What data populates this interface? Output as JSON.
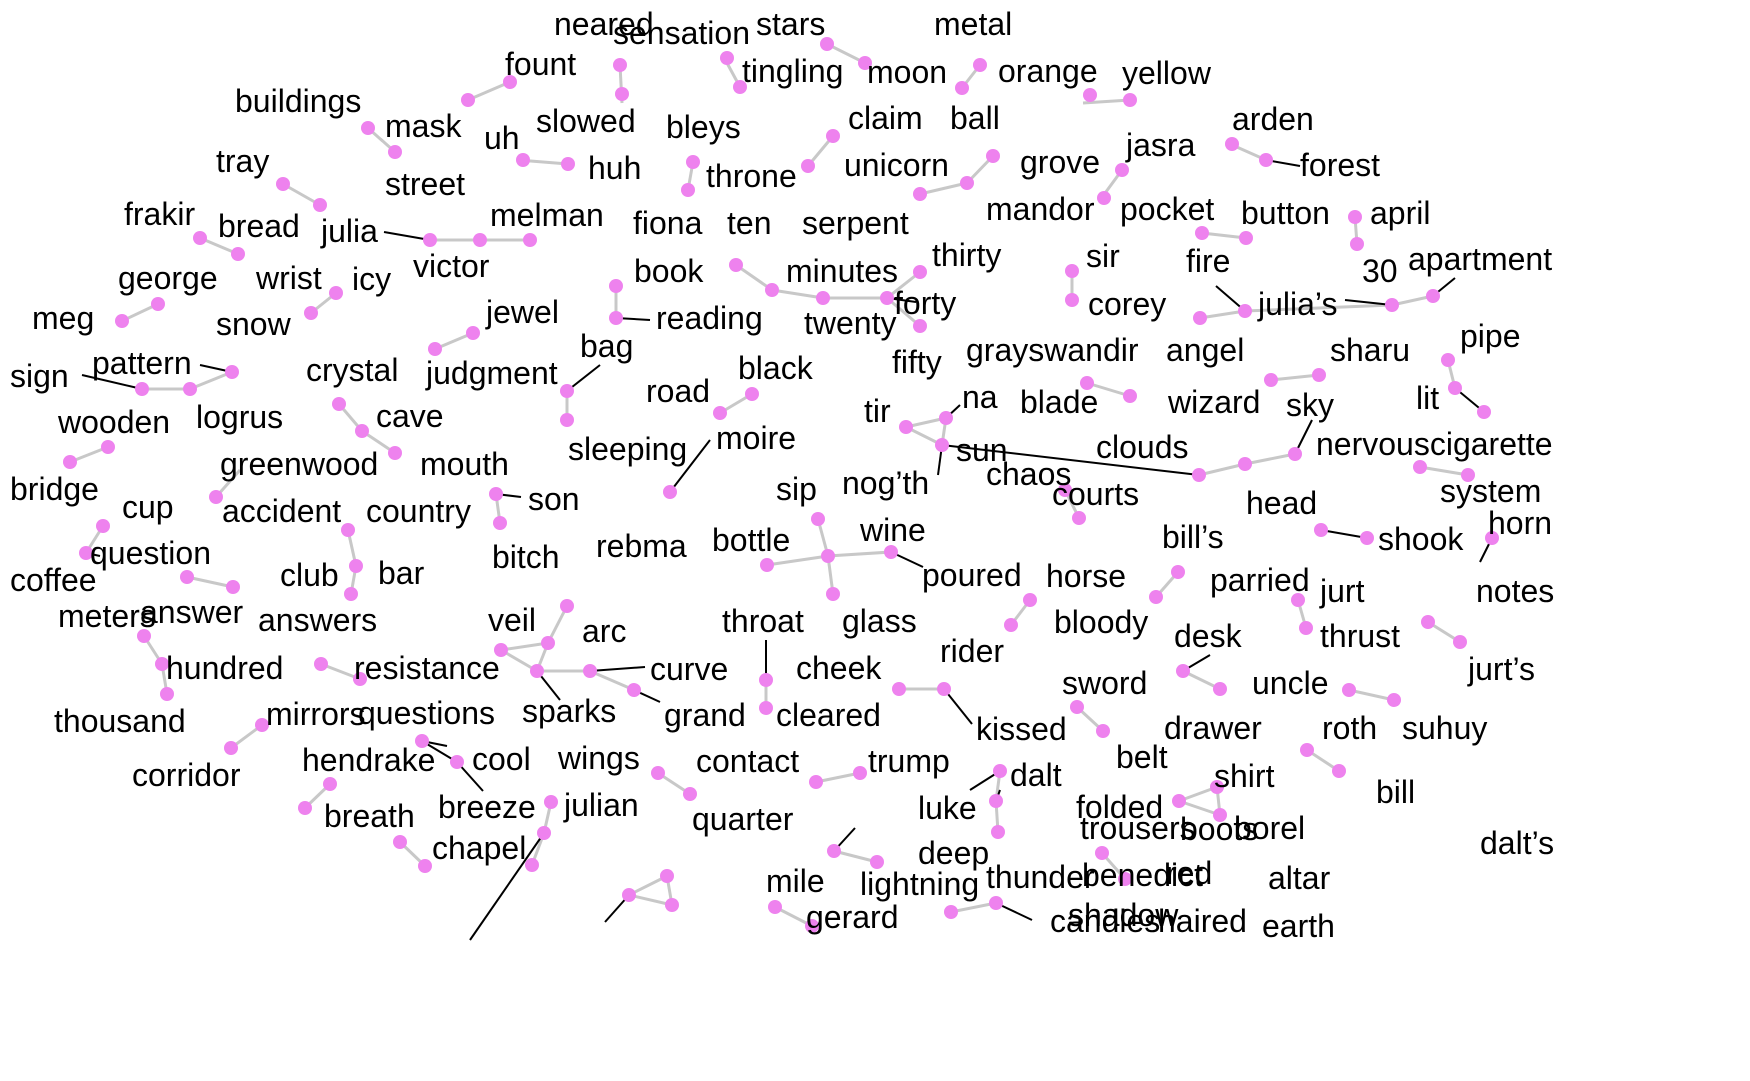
{
  "colors": {
    "node": "#ee82ee",
    "edge_light": "#c8c8c8",
    "edge_dark": "#000000",
    "text": "#000000",
    "background": "#ffffff"
  },
  "words": [
    "neared",
    "sensation",
    "stars",
    "metal",
    "fount",
    "tingling",
    "moon",
    "orange",
    "yellow",
    "buildings",
    "mask",
    "slowed",
    "uh",
    "huh",
    "bleys",
    "claim",
    "ball",
    "tray",
    "street",
    "throne",
    "unicorn",
    "grove",
    "jasra",
    "arden",
    "forest",
    "frakir",
    "bread",
    "julia",
    "melman",
    "victor",
    "fiona",
    "ten",
    "serpent",
    "mandor",
    "pocket",
    "button",
    "april",
    "george",
    "wrist",
    "icy",
    "book",
    "minutes",
    "thirty",
    "sir",
    "fire",
    "30",
    "apartment",
    "meg",
    "snow",
    "jewel",
    "reading",
    "twenty",
    "forty",
    "corey",
    "julia’s",
    "judgment",
    "fifty",
    "grayswandir",
    "angel",
    "sharu",
    "pipe",
    "sign",
    "pattern",
    "bag",
    "crystal",
    "black",
    "road",
    "na",
    "blade",
    "wizard",
    "sky",
    "lit",
    "logrus",
    "cave",
    "tir",
    "sun",
    "clouds",
    "nervouscigarette",
    "wooden",
    "moire",
    "sleeping",
    "mouth",
    "greenwood",
    "nog’th",
    "chaos",
    "courts",
    "system",
    "bridge",
    "accident",
    "country",
    "son",
    "sip",
    "wine",
    "head",
    "shook",
    "horn",
    "cup",
    "bitch",
    "rebma",
    "bottle",
    "bill’s",
    "question",
    "club",
    "bar",
    "poured",
    "horse",
    "parried",
    "jurt",
    "notes",
    "coffee",
    "glass",
    "meters",
    "answer",
    "answers",
    "veil",
    "arc",
    "throat",
    "bloody",
    "thrust",
    "desk",
    "hundred",
    "resistance",
    "curve",
    "cheek",
    "rider",
    "jurt’s",
    "sword",
    "uncle",
    "thousand",
    "sparks",
    "grand",
    "cleared",
    "kissed",
    "mirrors",
    "questions",
    "drawer",
    "roth",
    "suhuy",
    "corridor",
    "belt",
    "hendrake",
    "cool",
    "wings",
    "contact",
    "trump",
    "dalt",
    "shirt",
    "bill",
    "breath",
    "breeze",
    "julian",
    "folded",
    "quarter",
    "luke",
    "borel",
    "trousers",
    "boots",
    "dalt’s",
    "chapel",
    "deep",
    "benedict",
    "red",
    "mile",
    "thunder",
    "lightning",
    "shadow",
    "gerard",
    "altar",
    "candles",
    "haired",
    "earth"
  ]
}
